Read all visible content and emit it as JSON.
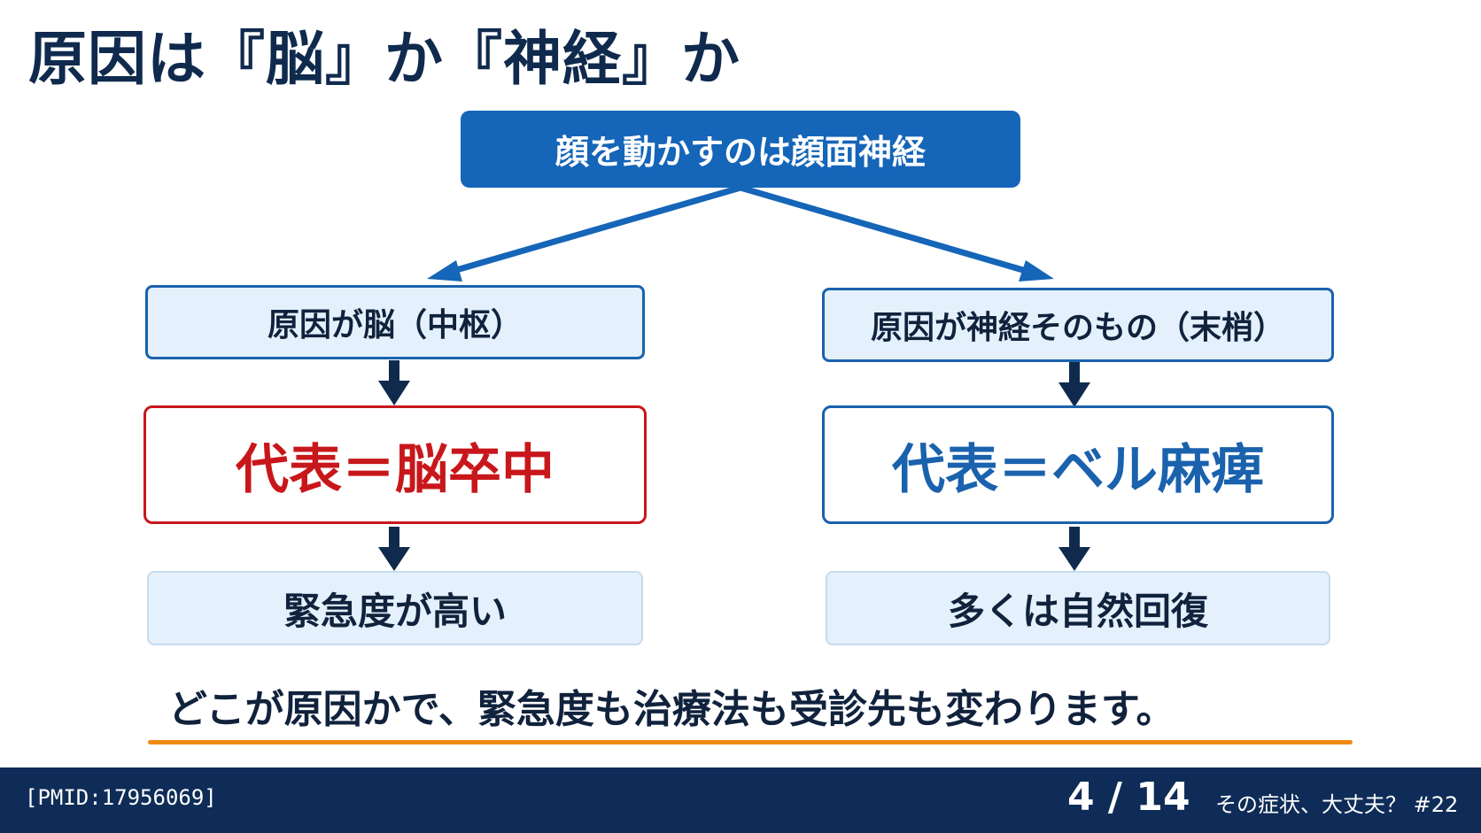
{
  "title": "原因は『脳』か『神経』か",
  "top_node": "顔を動かすのは顔面神経",
  "left_branch": {
    "cause": "原因が脳（中枢）",
    "representative": "代表＝脳卒中",
    "outcome": "緊急度が高い"
  },
  "right_branch": {
    "cause": "原因が神経そのもの（末梢）",
    "representative": "代表＝ベル麻痺",
    "outcome": "多くは自然回復"
  },
  "message": "どこが原因かで、緊急度も治療法も受診先も変わります。",
  "footer": {
    "citation": "[PMID:17956069]",
    "page": "4 / 14",
    "series": "その症状、大丈夫？ #22"
  },
  "colors": {
    "title": "#0f2a4d",
    "primary_blue": "#1565b8",
    "alert_red": "#c8171b",
    "light_box": "#e4f0fb",
    "underline": "#f08a12",
    "footer_bg": "#0e2c57"
  }
}
